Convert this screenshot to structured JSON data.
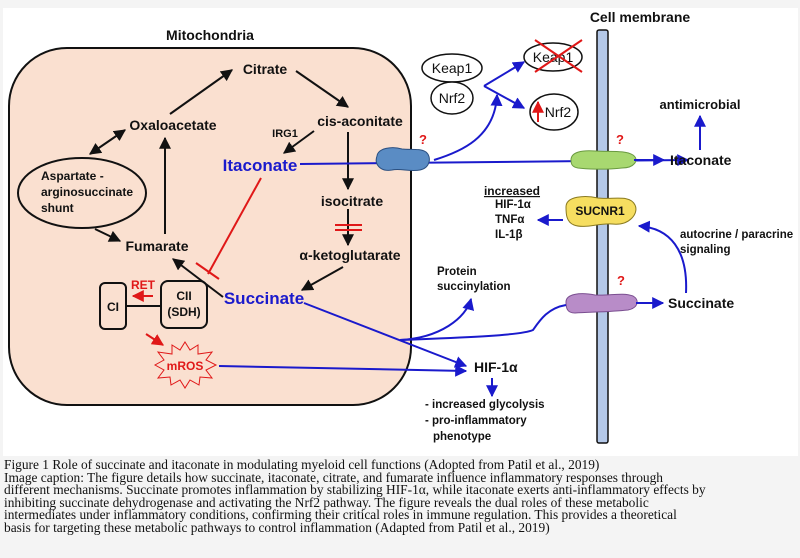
{
  "diagram": {
    "mitochondria_title": "Mitochondria",
    "cell_membrane_title": "Cell membrane",
    "nodes": {
      "citrate": "Citrate",
      "cis_aconitate": "cis-aconitate",
      "irg1": "IRG1",
      "oxaloacetate": "Oxaloacetate",
      "itaconate_inner": "Itaconate",
      "shunt_line1": "Aspartate -",
      "shunt_line2": "arginosuccinate",
      "shunt_line3": "shunt",
      "isocitrate": "isocitrate",
      "fumarate": "Fumarate",
      "akg": "α-ketoglutarate",
      "succinate_inner": "Succinate",
      "ret": "RET",
      "ci": "CI",
      "cii_line1": "CII",
      "cii_line2": "(SDH)",
      "mros": "mROS",
      "keap1": "Keap1",
      "nrf2": "Nrf2",
      "keap1_degraded": "Keap1",
      "nrf2_up": "Nrf2",
      "question": "?",
      "antimicrobial": "antimicrobial",
      "itaconate_outer": "Itaconate",
      "increased_header": "increased",
      "increased_items": [
        "HIF-1α",
        "TNFα",
        "IL-1β"
      ],
      "sucnr1": "SUCNR1",
      "autocrine_line1": "autocrine / paracrine",
      "autocrine_line2": "signaling",
      "protein_line1": "Protein",
      "protein_line2": "succinylation",
      "succinate_outer": "Succinate",
      "hif": "HIF-1α",
      "outcome_line1": "- increased glycolysis",
      "outcome_line2": "- pro-inflammatory",
      "outcome_line3": "phenotype"
    },
    "colors": {
      "mitochondria_fill": "#fae0d0",
      "blue_arrow": "#1a1acc",
      "inhibit_red": "#e01818",
      "membrane_fill": "#b4c8e8",
      "transporter_blue": "#5a8cc4",
      "transporter_green": "#a8d870",
      "sucnr1_yellow": "#f6de60",
      "transporter_purple": "#b88cc8"
    }
  },
  "caption": {
    "lines": [
      "Figure 1 Role of succinate and itaconate in modulating myeloid cell functions (Adopted from Patil et al., 2019)",
      "Image caption: The figure details how succinate, itaconate, citrate, and fumarate influence inflammatory responses through",
      "different mechanisms. Succinate promotes inflammation by stabilizing HIF-1α, while itaconate exerts anti-inflammatory effects by",
      "inhibiting succinate dehydrogenase and activating the Nrf2 pathway. The figure reveals the dual roles of these metabolic",
      "intermediates under inflammatory conditions, confirming their critical roles in immune regulation. This provides a theoretical",
      "basis for targeting these metabolic pathways to control inflammation (Adapted from Patil et al., 2019)"
    ]
  }
}
